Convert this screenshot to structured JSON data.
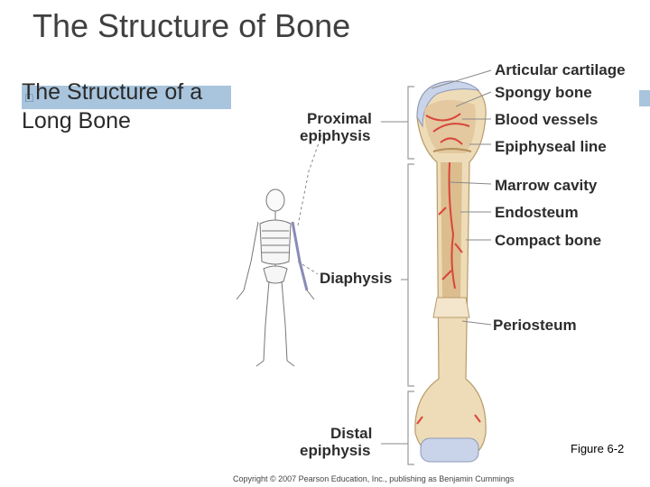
{
  "slide": {
    "title": "The Structure of Bone",
    "bullet_marker": "□",
    "bullet_text": "The Structure of a Long  Bone"
  },
  "figure": {
    "labels_right": {
      "articular_cartilage": "Articular cartilage",
      "spongy_bone": "Spongy bone",
      "blood_vessels": "Blood vessels",
      "epiphyseal_line": "Epiphyseal line",
      "marrow_cavity": "Marrow cavity",
      "endosteum": "Endosteum",
      "compact_bone": "Compact bone",
      "periosteum": "Periosteum"
    },
    "labels_left": {
      "proximal": "Proximal",
      "epiphysis_top": "epiphysis",
      "diaphysis": "Diaphysis",
      "distal": "Distal",
      "epiphysis_bottom": "epiphysis"
    },
    "figure_ref": "Figure 6-2",
    "copyright": "Copyright © 2007 Pearson Education, Inc., publishing as Benjamin Cummings"
  },
  "colors": {
    "bone": "#eedcb8",
    "bone_shade": "#d8bf8c",
    "cartilage": "#c9d4ea",
    "vessel": "#d9453a",
    "accent": "#a9c4dd"
  }
}
